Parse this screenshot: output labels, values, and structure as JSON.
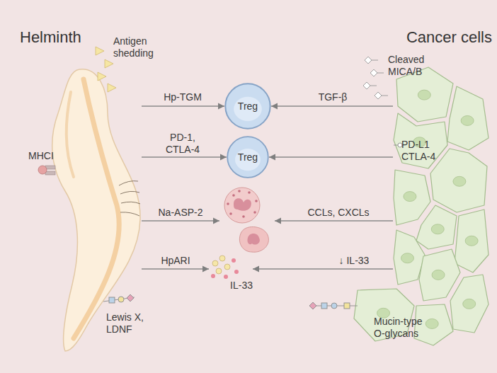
{
  "diagram": {
    "nodes": [
      {
        "text": [
          "Helminth"
        ]
      },
      {
        "text": [
          "Treg"
        ]
      },
      {
        "text": [
          "Treg"
        ]
      },
      {
        "text": []
      },
      {
        "text": [
          "IL-33"
        ]
      },
      {
        "text": [
          "Cancer cells"
        ]
      }
    ],
    "edges": [
      {
        "from": 0,
        "to": 1,
        "label": "Hp-TGM",
        "arrow": "to"
      },
      {
        "from": 5,
        "to": 1,
        "label": "TGF-β",
        "arrow": "to"
      },
      {
        "from": 0,
        "to": 2,
        "label": "PD-1, CTLA-4",
        "arrow": "to"
      },
      {
        "from": 5,
        "to": 2,
        "label": "PD-L1 CTLA-4",
        "arrow": "to"
      },
      {
        "from": 0,
        "to": 3,
        "label": "Na-ASP-2",
        "arrow": "to"
      },
      {
        "from": 5,
        "to": 3,
        "label": "CCLs, CXCLs",
        "arrow": "to"
      },
      {
        "from": 0,
        "to": 4,
        "label": "HpARI",
        "arrow": "to"
      },
      {
        "from": 5,
        "to": 4,
        "label": "↓ IL-33",
        "arrow": "to"
      }
    ],
    "labels": [
      "Antigen shedding",
      "MHCI",
      "Lewis X, LDNF",
      "Cleaved MICA/B",
      "Mucin-type O-glycans"
    ]
  }
}
